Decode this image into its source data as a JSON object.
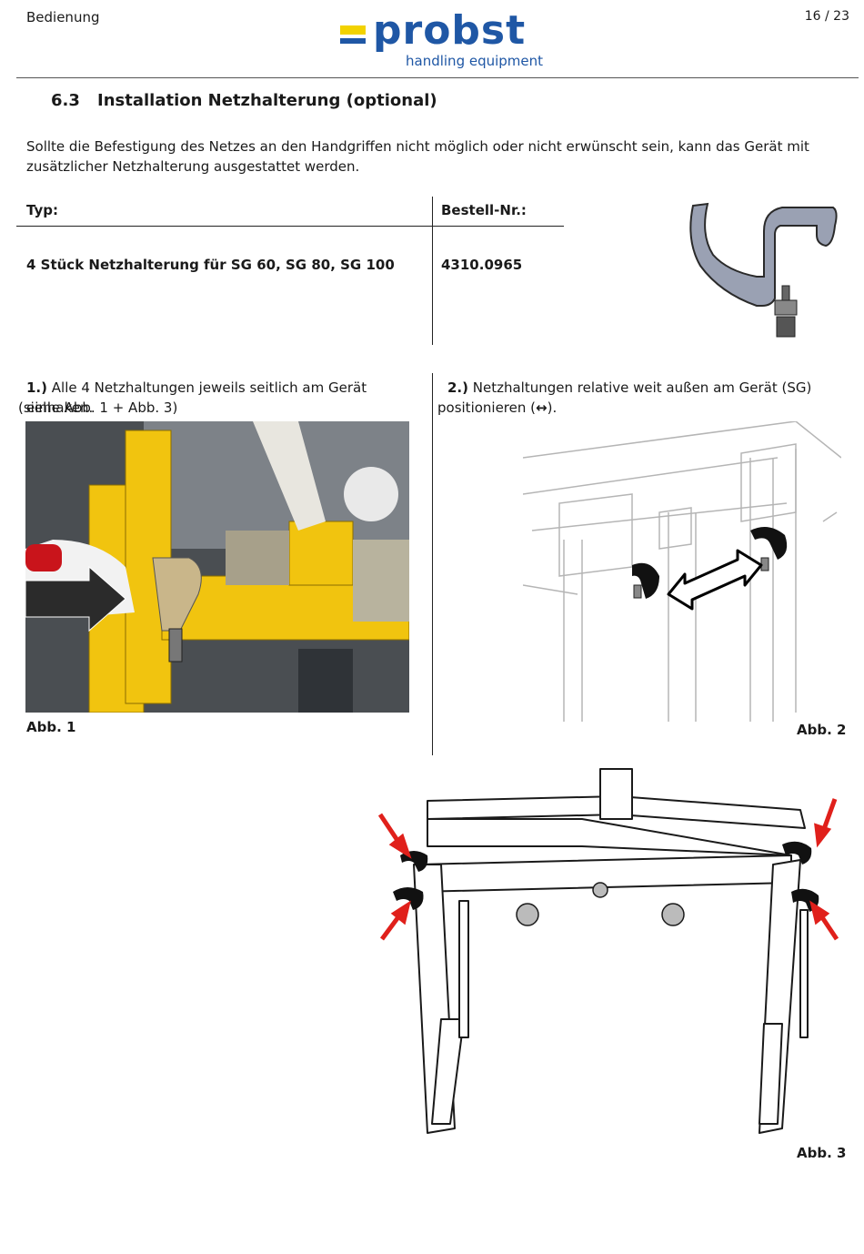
{
  "header": {
    "section_label": "Bedienung",
    "page_number": "16 / 23",
    "logo": {
      "word": "probst",
      "subtitle": "handling equipment"
    }
  },
  "section": {
    "number": "6.3",
    "title": "Installation Netzhalterung (optional)"
  },
  "intro": "Sollte die Befestigung des Netzes an den Handgriffen nicht möglich oder nicht erwünscht sein, kann das Gerät mit zusätzlicher Netzhalterung ausgestattet werden.",
  "table": {
    "headers": {
      "type": "Typ:",
      "order_no": "Bestell-Nr.:"
    },
    "rows": [
      {
        "type": "4 Stück Netzhalterung für SG 60, SG 80, SG 100",
        "order_no": "4310.0965"
      }
    ]
  },
  "steps": [
    {
      "num": "1.)",
      "line1": " Alle 4 Netzhaltungen jeweils seitlich am Gerät einhaken.",
      "line2": "(siehe Abb. 1 + Abb. 3)"
    },
    {
      "num": "2.)",
      "line1": " Netzhaltungen relative weit außen am Gerät (SG)",
      "line2_pre": "positionieren (",
      "line2_icon": "↔",
      "line2_post": ")."
    }
  ],
  "figures": {
    "abb1": "Abb. 1",
    "abb2": "Abb. 2",
    "abb3": "Abb. 3"
  },
  "colors": {
    "brand_blue": "#1f57a5",
    "brand_yellow": "#f2d200",
    "frame_yellow": "#f1c40f",
    "arrow_red": "#e0201b",
    "hook_grey": "#9aa1b3"
  }
}
